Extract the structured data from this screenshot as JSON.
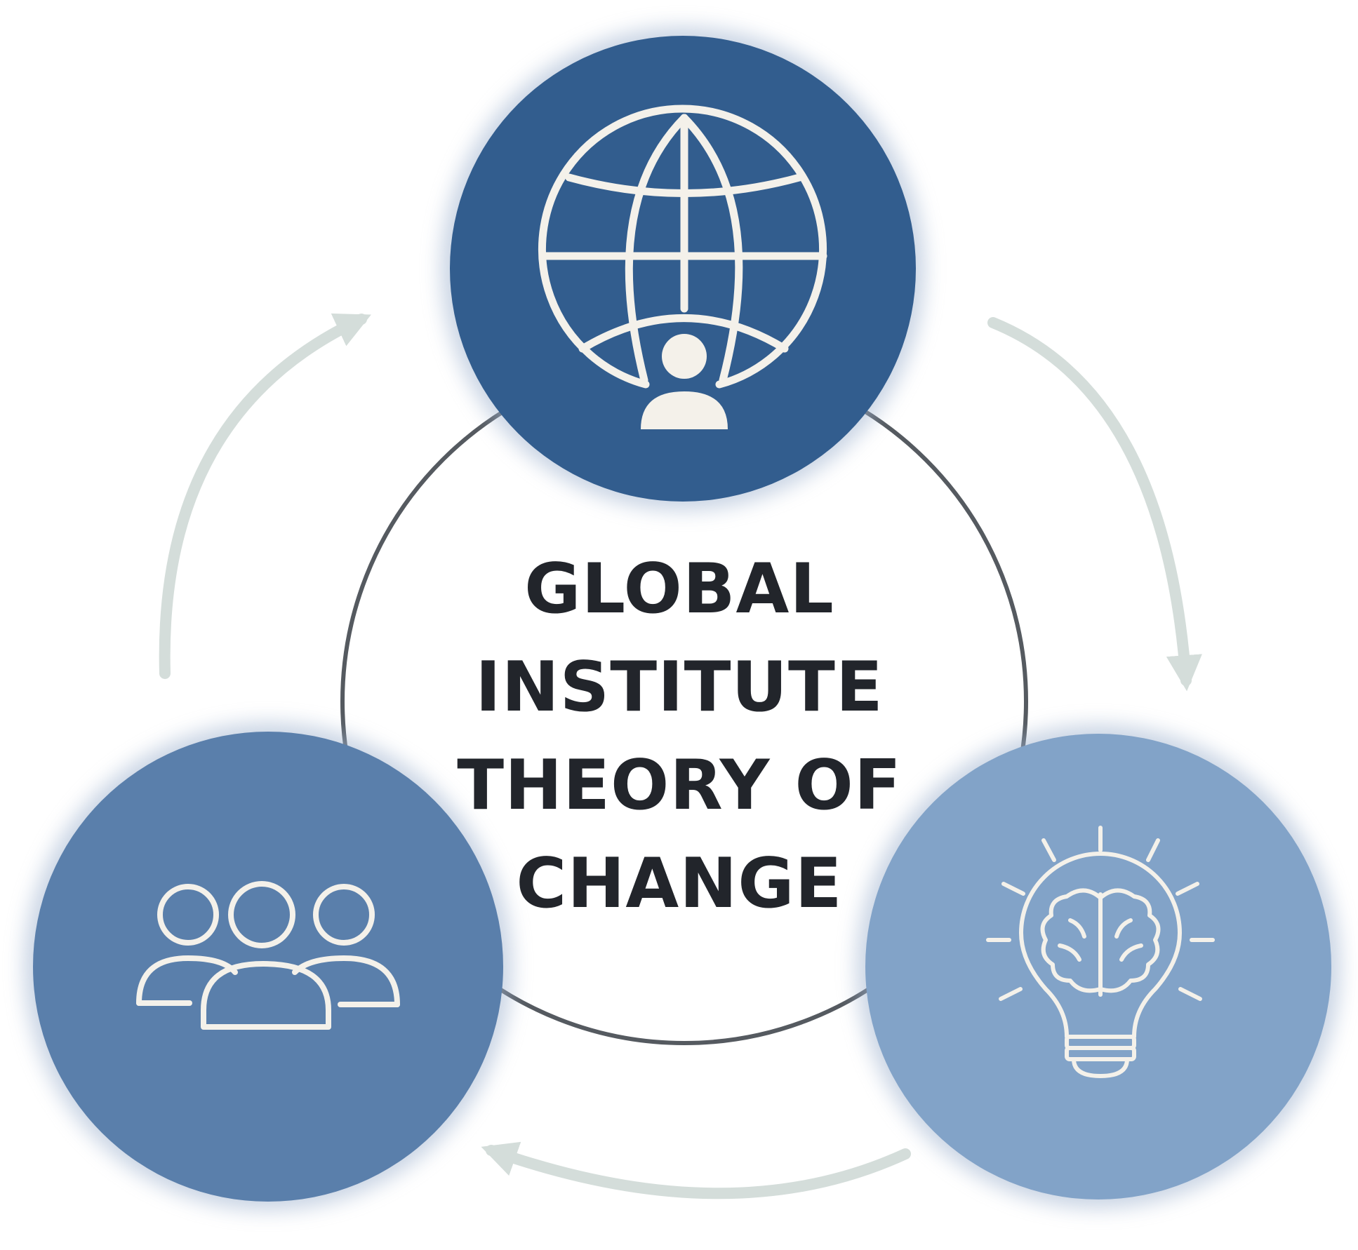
{
  "title": {
    "lines": [
      "GLOBAL",
      "INSTITUTE",
      "THEORY OF",
      "CHANGE"
    ]
  },
  "nodes": [
    {
      "icon": "globe-person-icon",
      "fill": "#325d8e"
    },
    {
      "icon": "lightbulb-brain-icon",
      "fill": "#82a3c8"
    },
    {
      "icon": "people-group-icon",
      "fill": "#5a7fab"
    }
  ],
  "colors": {
    "ring": "#555a60",
    "arrow": "#d4ddda",
    "icon_stroke": "#f4f1ea",
    "glow": "#9fb2cf"
  },
  "flow": {
    "direction": "clockwise",
    "arrows": [
      {
        "from": "globe-person-icon",
        "to": "lightbulb-brain-icon"
      },
      {
        "from": "lightbulb-brain-icon",
        "to": "people-group-icon"
      },
      {
        "from": "people-group-icon",
        "to": "globe-person-icon"
      }
    ]
  }
}
